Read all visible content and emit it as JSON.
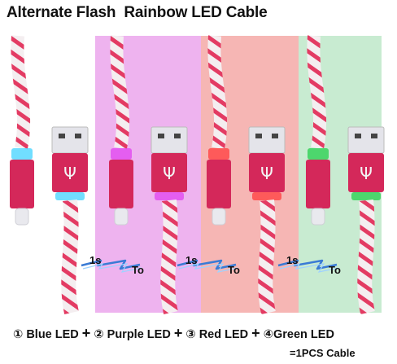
{
  "title": "Alternate Flash  Rainbow LED Cable",
  "colors": {
    "panel_purple": "#eeb3ef",
    "panel_red": "#f6b6b4",
    "panel_green": "#c8ebd1",
    "connector": "#d4285a",
    "cable_white": "#f4eef0",
    "cable_red": "#e33b63"
  },
  "transitions": [
    {
      "from": "1s",
      "to": "To"
    },
    {
      "from": "1s",
      "to": "To"
    },
    {
      "from": "1s",
      "to": "To"
    }
  ],
  "leds": [
    {
      "marker": "①",
      "label": "Blue LED",
      "color": "#58d8ff"
    },
    {
      "marker": "②",
      "label": "Purple LED",
      "color": "#e24ff0"
    },
    {
      "marker": "③",
      "label": "Red LED",
      "color": "#ff4a4a"
    },
    {
      "marker": "④",
      "label": "Green LED",
      "color": "#37d25c"
    }
  ],
  "plus": "+",
  "footer": "=1PCS Cable",
  "icons": [
    "usb-icon",
    "lightning-arrow-icon"
  ]
}
